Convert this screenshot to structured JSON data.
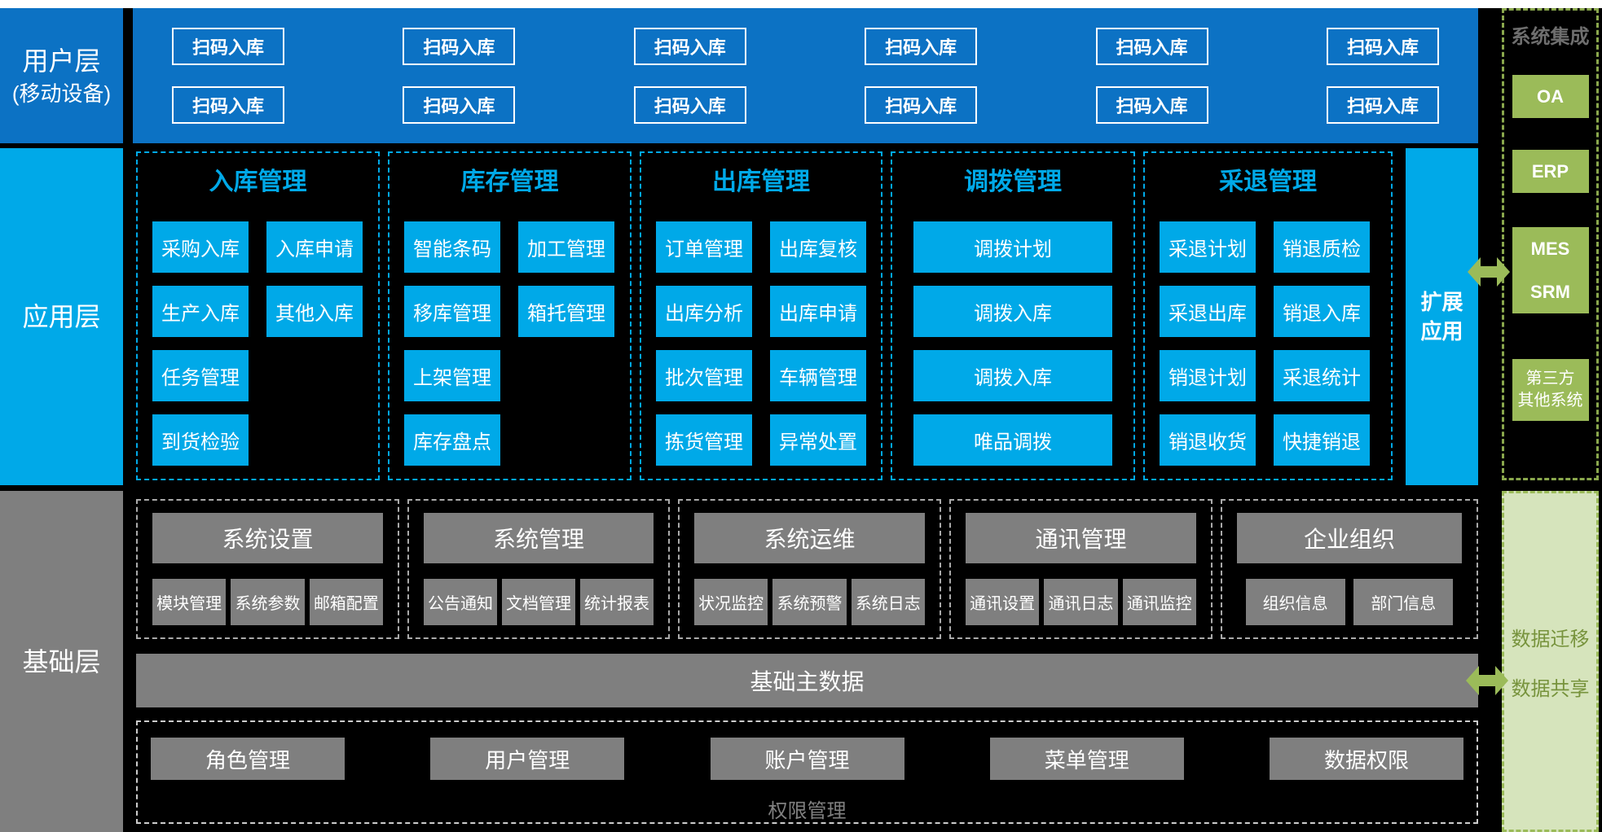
{
  "layers": {
    "user": {
      "label": "用户层",
      "sublabel": "(移动设备)"
    },
    "app": {
      "label": "应用层"
    },
    "base": {
      "label": "基础层"
    }
  },
  "user_layer": {
    "buttons": [
      "扫码入库",
      "扫码入库",
      "扫码入库",
      "扫码入库",
      "扫码入库",
      "扫码入库",
      "扫码入库",
      "扫码入库",
      "扫码入库",
      "扫码入库",
      "扫码入库",
      "扫码入库"
    ]
  },
  "app_layer": {
    "groups": [
      {
        "title": "入库管理",
        "items": [
          "采购入库",
          "入库申请",
          "生产入库",
          "其他入库",
          "任务管理",
          "到货检验"
        ]
      },
      {
        "title": "库存管理",
        "items": [
          "智能条码",
          "加工管理",
          "移库管理",
          "箱托管理",
          "上架管理",
          "库存盘点"
        ]
      },
      {
        "title": "出库管理",
        "items": [
          "订单管理",
          "出库复核",
          "出库分析",
          "出库申请",
          "批次管理",
          "车辆管理",
          "拣货管理",
          "异常处置"
        ]
      },
      {
        "title": "调拨管理",
        "items": [
          "调拨计划",
          "调拨入库",
          "调拨入库",
          "唯品调拨"
        ]
      },
      {
        "title": "采退管理",
        "items": [
          "采退计划",
          "销退质检",
          "采退出库",
          "销退入库",
          "销退计划",
          "采退统计",
          "销退收货",
          "快捷销退"
        ]
      }
    ],
    "extension": {
      "line1": "扩展",
      "line2": "应用"
    }
  },
  "integration": {
    "title": "系统集成",
    "systems": [
      "OA",
      "ERP",
      "MES",
      "SRM"
    ],
    "third_party": {
      "line1": "第三方",
      "line2": "其他系统"
    }
  },
  "base_layer": {
    "groups": [
      {
        "title": "系统设置",
        "items": [
          "模块管理",
          "系统参数",
          "邮箱配置"
        ]
      },
      {
        "title": "系统管理",
        "items": [
          "公告通知",
          "文档管理",
          "统计报表"
        ]
      },
      {
        "title": "系统运维",
        "items": [
          "状况监控",
          "系统预警",
          "系统日志"
        ]
      },
      {
        "title": "通讯管理",
        "items": [
          "通讯设置",
          "通讯日志",
          "通讯监控"
        ]
      },
      {
        "title": "企业组织",
        "items": [
          "组织信息",
          "部门信息"
        ]
      }
    ],
    "master_data": "基础主数据",
    "permission": {
      "label": "权限管理",
      "items": [
        "角色管理",
        "用户管理",
        "账户管理",
        "菜单管理",
        "数据权限"
      ]
    }
  },
  "data_exchange": {
    "items": [
      "数据迁移",
      "数据共享"
    ]
  },
  "colors": {
    "deep_blue": "#0C72C4",
    "bright_blue": "#00A9E8",
    "gray": "#7F7F7F",
    "olive_green": "#9BBB59",
    "light_green": "#D6E4BC",
    "olive_text": "#77933C"
  }
}
